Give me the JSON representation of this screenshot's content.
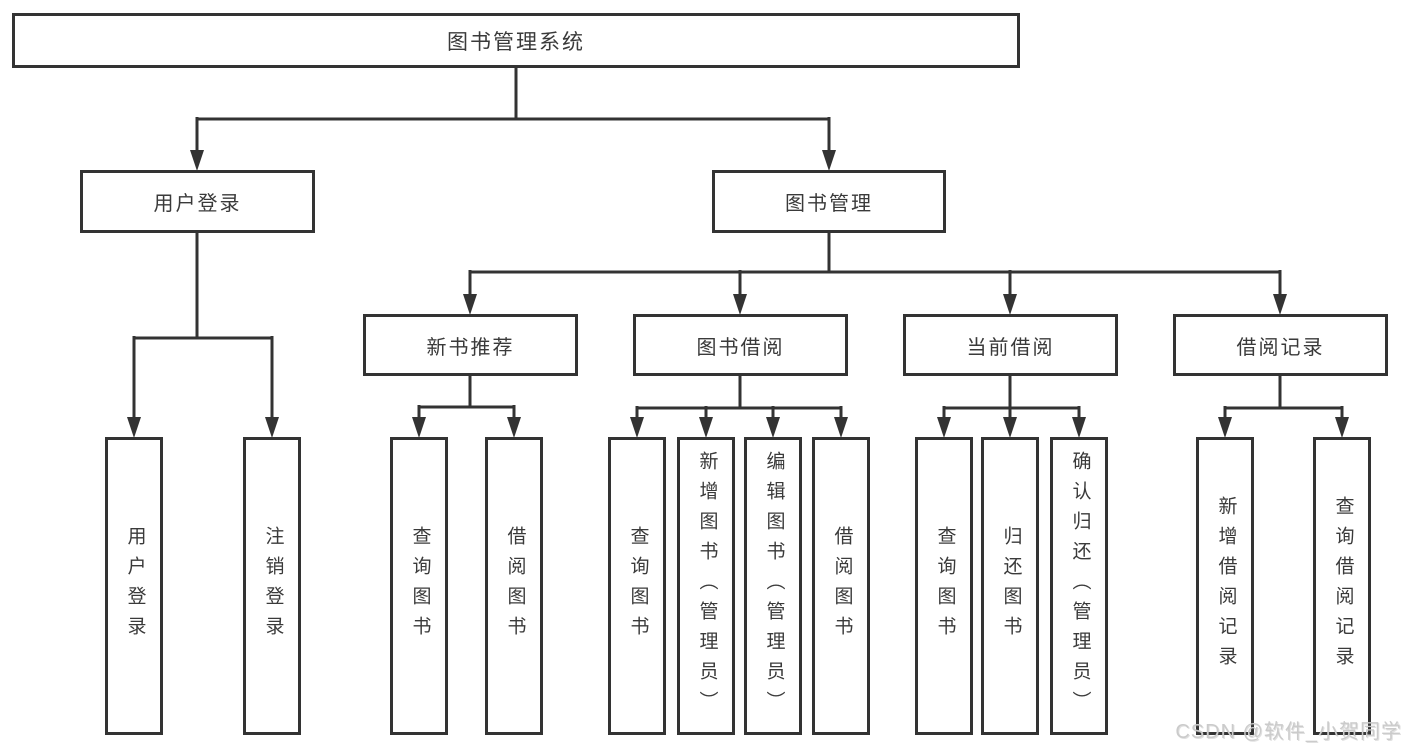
{
  "colors": {
    "line": "#333333",
    "box_border": "#333333",
    "text": "#3a3a3a",
    "background": "#ffffff",
    "watermark_text": "#cbcbcb"
  },
  "watermark": {
    "text": "CSDN @软件_小贺同学"
  },
  "tree": {
    "root": {
      "label": "图书管理系统"
    },
    "branches": [
      {
        "label": "用户登录",
        "children": [
          {
            "label": "用户登录"
          },
          {
            "label": "注销登录"
          }
        ]
      },
      {
        "label": "图书管理",
        "children": [
          {
            "label": "新书推荐",
            "children": [
              {
                "label": "查询图书"
              },
              {
                "label": "借阅图书"
              }
            ]
          },
          {
            "label": "图书借阅",
            "children": [
              {
                "label": "查询图书"
              },
              {
                "label": "新增图书（管理员）"
              },
              {
                "label": "编辑图书（管理员）"
              },
              {
                "label": "借阅图书"
              }
            ]
          },
          {
            "label": "当前借阅",
            "children": [
              {
                "label": "查询图书"
              },
              {
                "label": "归还图书"
              },
              {
                "label": "确认归还（管理员）"
              }
            ]
          },
          {
            "label": "借阅记录",
            "children": [
              {
                "label": "新增借阅记录"
              },
              {
                "label": "查询借阅记录"
              }
            ]
          }
        ]
      }
    ]
  }
}
